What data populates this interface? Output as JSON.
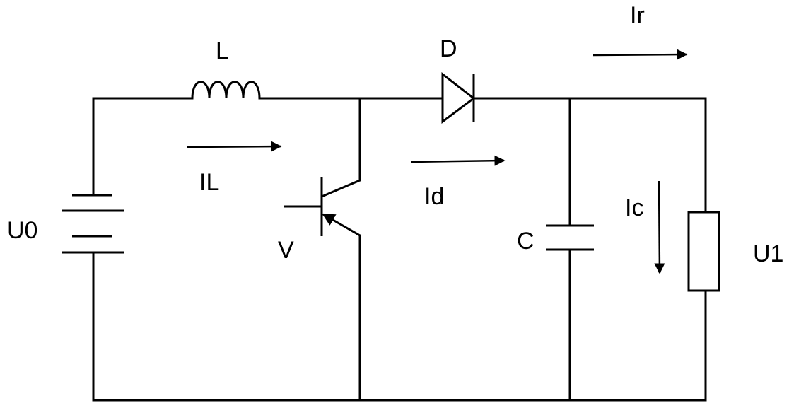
{
  "labels": {
    "inductor": "L",
    "diode": "D",
    "source_voltage": "U0",
    "transistor": "V",
    "capacitor": "C",
    "output_voltage": "U1",
    "inductor_current": "IL",
    "diode_current": "Id",
    "capacitor_current": "Ic",
    "load_current": "Ir"
  },
  "colors": {
    "line": "#000000",
    "background": "#ffffff"
  }
}
